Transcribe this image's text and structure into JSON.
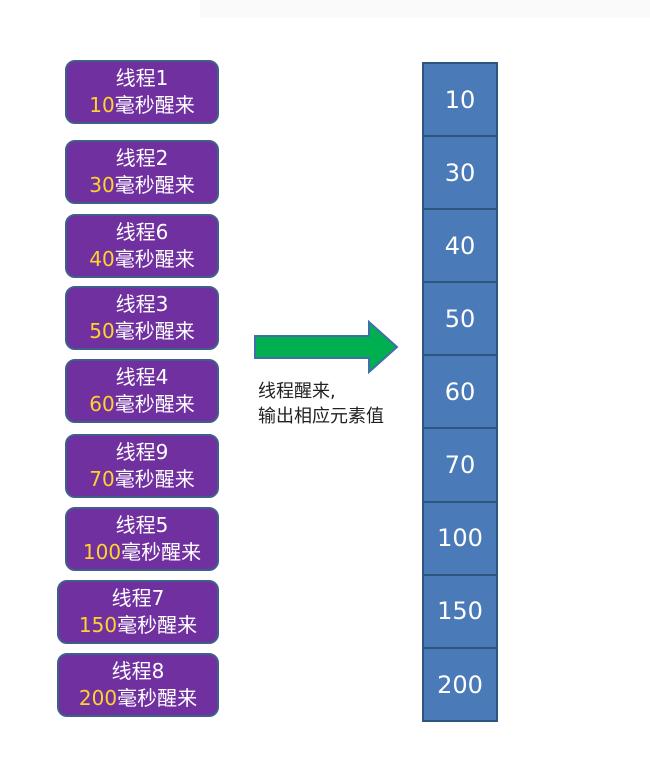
{
  "threads": [
    {
      "name": "线程1",
      "num": "10",
      "suffix": "毫秒醒来"
    },
    {
      "name": "线程2",
      "num": "30",
      "suffix": "毫秒醒来"
    },
    {
      "name": "线程6",
      "num": "40",
      "suffix": "毫秒醒来"
    },
    {
      "name": "线程3",
      "num": "50",
      "suffix": "毫秒醒来"
    },
    {
      "name": "线程4",
      "num": "60",
      "suffix": "毫秒醒来"
    },
    {
      "name": "线程9",
      "num": "70",
      "suffix": "毫秒醒来"
    },
    {
      "name": "线程5",
      "num": "100",
      "suffix": "毫秒醒来"
    },
    {
      "name": "线程7",
      "num": "150",
      "suffix": "毫秒醒来"
    },
    {
      "name": "线程8",
      "num": "200",
      "suffix": "毫秒醒来"
    }
  ],
  "caption": {
    "line1": "线程醒来,",
    "line2": "输出相应元素值"
  },
  "array": {
    "values": [
      "10",
      "30",
      "40",
      "50",
      "60",
      "70",
      "100",
      "150",
      "200"
    ]
  },
  "colors": {
    "thread_fill": "#7030a0",
    "thread_border": "#3f5f8a",
    "number_highlight": "#ffd22e",
    "arrow_fill": "#00b050",
    "arrow_border": "#3f6fa8",
    "array_fill": "#4a7ab8",
    "array_border": "#2e5480"
  },
  "icons": {
    "arrow": "right-arrow-icon"
  }
}
